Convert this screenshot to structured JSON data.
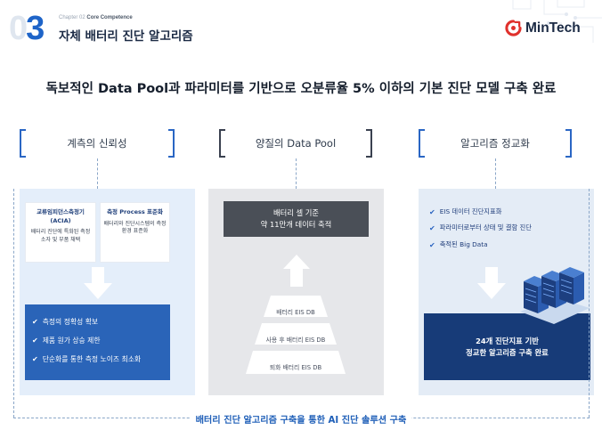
{
  "header": {
    "number_zero": "0",
    "number_three": "3",
    "chapter_label": "Chapter 02",
    "chapter_name": "Core Competence",
    "title": "자체 배터리 진단 알고리즘",
    "logo_text": "MinTech"
  },
  "headline": "독보적인 Data Pool과 파라미터를 기반으로 오분류율 5% 이하의 기본 진단 모델 구축 완료",
  "columns": [
    {
      "heading": "계측의 신뢰성",
      "cards": [
        {
          "title": "교류임피던스측정기 (ACIA)",
          "desc": "배터리 진단에 특화된 측정 소자 및 부품 채택"
        },
        {
          "title": "측정 Process 표준화",
          "desc": "배터리와 진단시스템의 측정환경 표준화"
        }
      ],
      "checks": [
        "측정의 정확성 확보",
        "제품 원가 상승 제한",
        "단순화를 통한 측정 노이즈 최소화"
      ]
    },
    {
      "heading": "양질의 Data Pool",
      "top_box": [
        "배터리 셀 기준",
        "약 11만개 데이터 축적"
      ],
      "tiers": [
        "배터리 EIS DB",
        "사용 후 배터리 EIS DB",
        "퇴화 배터리 EIS DB"
      ]
    },
    {
      "heading": "알고리즘 정교화",
      "checks": [
        "EIS 데이터 진단지표화",
        "파라미터로부터 상태 및 결함 진단",
        "축적된 Big Data"
      ],
      "result": [
        "24개 진단지표 기반",
        "정교한 알고리즘 구축 완료"
      ]
    }
  ],
  "footer": "배터리 진단 알고리즘 구축을 통한 AI 진단 솔루션 구축",
  "icons": {
    "check": "check-icon",
    "arrow": "down-arrow-icon",
    "server": "server-rack-icon",
    "logo": "mintech-logo-icon"
  },
  "colors": {
    "accent": "#1e64c8",
    "navy": "#173b78",
    "panel_blue": "#e4eefa",
    "panel_gray": "#e6e7ea",
    "logo_red": "#e0312c"
  }
}
